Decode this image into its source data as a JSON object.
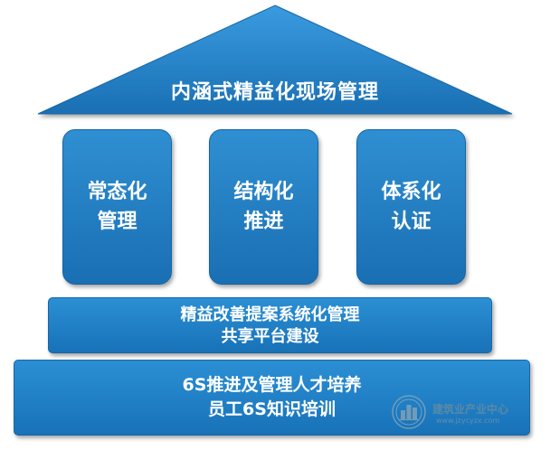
{
  "roof": {
    "title": "内涵式精益化现场管理"
  },
  "pillars": [
    {
      "line1": "常态化",
      "line2": "管理"
    },
    {
      "line1": "结构化",
      "line2": "推进"
    },
    {
      "line1": "体系化",
      "line2": "认证"
    }
  ],
  "middle_band": {
    "line1": "精益改善提案系统化管理",
    "line2": "共享平台建设"
  },
  "foundation_band": {
    "line1": "6S推进及管理人才培养",
    "line2": "员工6S知识培训"
  },
  "watermark": {
    "name": "建筑业产业中心",
    "url": "www.jzycyzx.com"
  },
  "colors": {
    "primary_blue": "#1a77bc",
    "text": "#ffffff"
  }
}
